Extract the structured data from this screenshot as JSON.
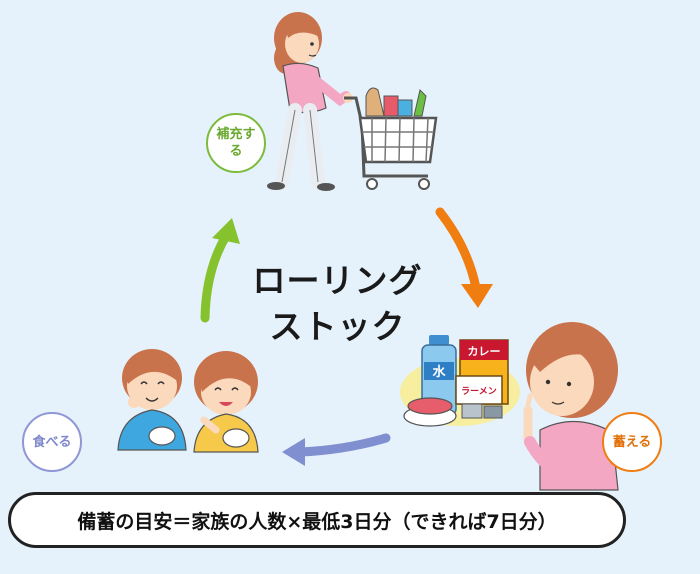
{
  "title": "ローリングストック",
  "title_lines": [
    "ローリング",
    "ストック"
  ],
  "steps": [
    {
      "id": "replenish",
      "label": "補充する",
      "color": "#7cbb3c"
    },
    {
      "id": "store",
      "label": "蓄える",
      "color": "#f07d10"
    },
    {
      "id": "eat",
      "label": "食べる",
      "color": "#8f97d6"
    }
  ],
  "arrow_colors": {
    "to_store": "#f07d10",
    "to_eat": "#7f8fd0",
    "to_replenish": "#86c22e"
  },
  "food_labels": {
    "water": "水",
    "curry": "カレー",
    "ramen": "ラーメン"
  },
  "footer": "備蓄の目安＝家族の人数×最低3日分（できれば7日分）"
}
